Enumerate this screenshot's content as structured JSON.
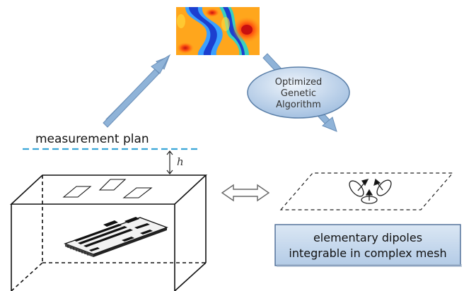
{
  "labels": {
    "measurement_plan": "measurement plan",
    "height_symbol": "h",
    "algorithm_line1": "Optimized",
    "algorithm_line2": "Genetic",
    "algorithm_line3": "Algorithm",
    "dipoles_line1": "elementary dipoles",
    "dipoles_line2": "integrable in complex mesh"
  },
  "colors": {
    "arrow_fill": "#8fb3d8",
    "arrow_stroke": "#6a8fb8",
    "dashed_plane": "#3aa6d8",
    "ellipse_fill": "#a9c4e2",
    "ellipse_stroke": "#5a7fa8",
    "box_fill": "#c5d7ec",
    "box_stroke": "#4a6a94",
    "heatmap_background": "#ff8c1a",
    "heatmap_blue": "#1c3fcf",
    "heatmap_red": "#d81f1f"
  },
  "icons": {
    "heatmap": "field-heatmap-image",
    "pcb": "printed-circuit-board-icon",
    "double_arrow": "double-headed-arrow-icon",
    "dipoles": "dipole-arrows-icon"
  }
}
